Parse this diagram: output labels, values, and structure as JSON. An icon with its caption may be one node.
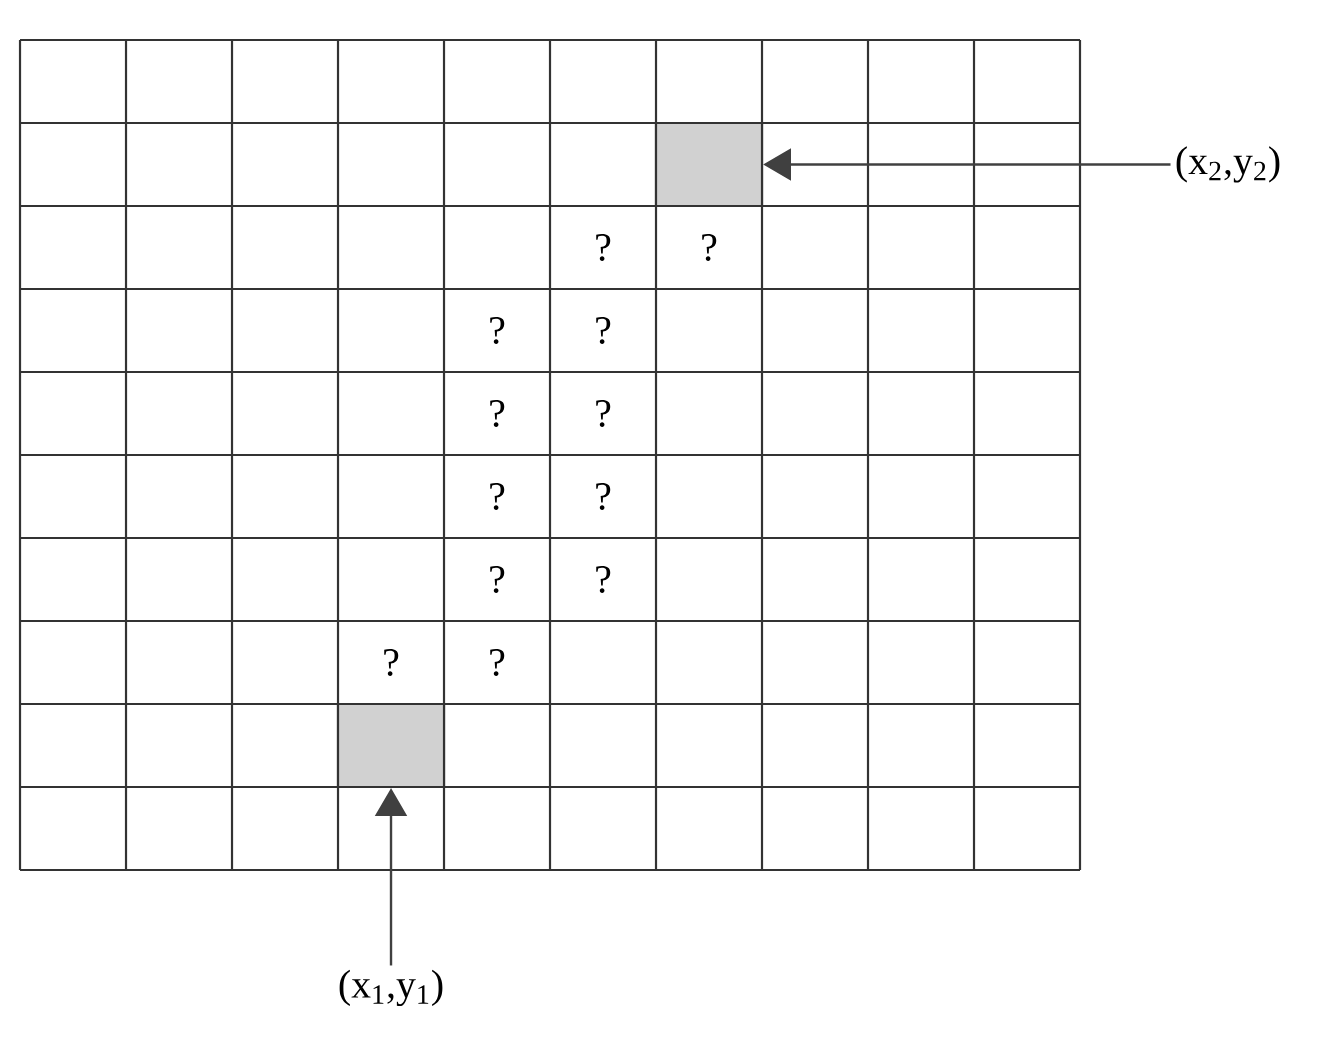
{
  "diagram": {
    "nodes": [
      {
        "text": [],
        "shape": "box"
      },
      {
        "text": [
          "(x$_{2}$,y$_{2}$)"
        ]
      },
      {
        "text": [],
        "shape": "box"
      },
      {
        "text": [
          "(x$_{1}$,y$_{1}$)"
        ]
      }
    ],
    "edges": [
      {
        "from": 1,
        "to": 0,
        "arrow": "to"
      },
      {
        "from": 3,
        "to": 2,
        "arrow": "to"
      }
    ],
    "labels": [
      "?",
      "?",
      "?",
      "?",
      "?",
      "?",
      "?",
      "?",
      "?",
      "?",
      "?",
      "?"
    ]
  }
}
